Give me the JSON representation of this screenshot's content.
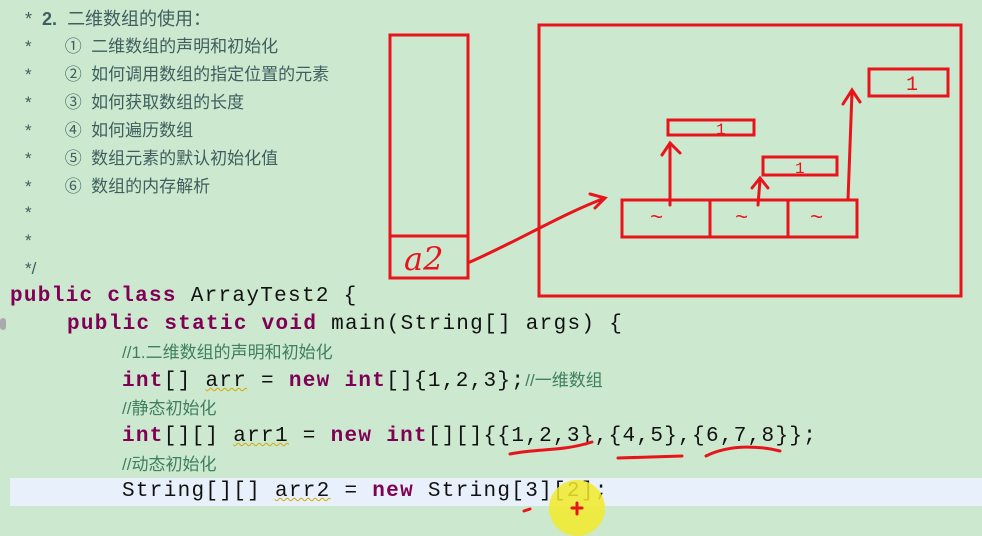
{
  "doc_comment": {
    "title_num": "2.",
    "title": "二维数组的使用：",
    "items": [
      {
        "num": "①",
        "text": "二维数组的声明和初始化"
      },
      {
        "num": "②",
        "text": "如何调用数组的指定位置的元素"
      },
      {
        "num": "③",
        "text": "如何获取数组的长度"
      },
      {
        "num": "④",
        "text": "如何遍历数组"
      },
      {
        "num": "⑤",
        "text": "数组元素的默认初始化值"
      },
      {
        "num": "⑥",
        "text": "数组的内存解析"
      }
    ],
    "star": "*",
    "end": "*/"
  },
  "code": {
    "class_kw": "public class",
    "class_name": " ArrayTest2 {",
    "main_kw1": "public static void",
    "main_rest": " main(String[] args) {",
    "c1": "//1.二维数组的声明和初始化",
    "l1_kw": "int",
    "l1_a": "[] ",
    "l1_var": "arr",
    "l1_b": " = ",
    "l1_new": "new",
    "l1_sp": " ",
    "l1_int": "int",
    "l1_c": "[]{1,2,3};",
    "l1_cm": "//一维数组",
    "c2": "//静态初始化",
    "l2_kw": "int",
    "l2_a": "[][] ",
    "l2_var": "arr1",
    "l2_b": " = ",
    "l2_new": "new",
    "l2_sp": " ",
    "l2_int": "int",
    "l2_c": "[][]{{1,2,3},{4,5},{6,7,8}};",
    "c3": "//动态初始化",
    "l3_a": "String[][] ",
    "l3_var": "arr2",
    "l3_b": " = ",
    "l3_new": "new",
    "l3_c": " String[3][2];"
  },
  "annotations": {
    "stack_label": "a2",
    "elem1": "1",
    "elem2": "1",
    "elem3": "1",
    "null1": "~",
    "null2": "~",
    "null3": "~"
  },
  "colors": {
    "annotation": "#e8141c",
    "keyword": "#7f0055",
    "comment": "#3f7f5f",
    "current_line": "#e8f1fb",
    "background": "#cce8cf"
  }
}
